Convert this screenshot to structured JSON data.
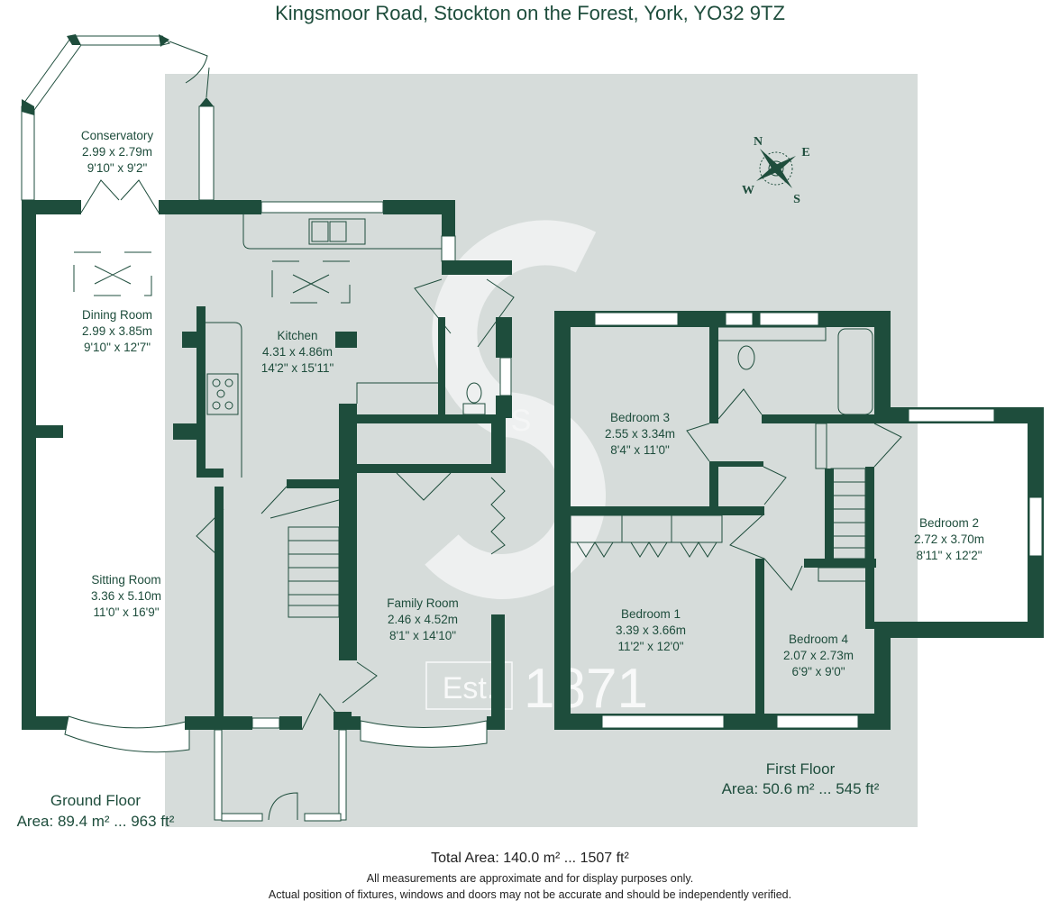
{
  "title": "Kingsmoor Road, Stockton on the Forest, York, YO32 9TZ",
  "compass": {
    "n": "N",
    "e": "E",
    "s": "S",
    "w": "W"
  },
  "watermark": {
    "letter": "S",
    "est": "Est.",
    "year": "1871"
  },
  "ground_floor": {
    "label": "Ground Floor",
    "area": "Area: 89.4 m² ... 963 ft²",
    "rooms": [
      {
        "name": "Conservatory",
        "metric": "2.99 x 2.79m",
        "imperial": "9'10\" x 9'2\""
      },
      {
        "name": "Dining Room",
        "metric": "2.99 x 3.85m",
        "imperial": "9'10\" x 12'7\""
      },
      {
        "name": "Kitchen",
        "metric": "4.31 x 4.86m",
        "imperial": "14'2\" x 15'11\""
      },
      {
        "name": "Sitting Room",
        "metric": "3.36 x 5.10m",
        "imperial": "11'0\" x 16'9\""
      },
      {
        "name": "Family Room",
        "metric": "2.46 x 4.52m",
        "imperial": "8'1\" x 14'10\""
      }
    ]
  },
  "first_floor": {
    "label": "First Floor",
    "area": "Area: 50.6 m² ... 545 ft²",
    "rooms": [
      {
        "name": "Bedroom 3",
        "metric": "2.55 x 3.34m",
        "imperial": "8'4\" x 11'0\""
      },
      {
        "name": "Bedroom 2",
        "metric": "2.72 x 3.70m",
        "imperial": "8'11\" x 12'2\""
      },
      {
        "name": "Bedroom 1",
        "metric": "3.39 x 3.66m",
        "imperial": "11'2\" x 12'0\""
      },
      {
        "name": "Bedroom 4",
        "metric": "2.07 x 2.73m",
        "imperial": "6'9\" x 9'0\""
      }
    ]
  },
  "footer": {
    "total": "Total Area: 140.0 m² ... 1507 ft²",
    "note1": "All measurements are approximate and for display purposes only.",
    "note2": "Actual position of fixtures, windows and doors may not be accurate and should be independently verified."
  }
}
